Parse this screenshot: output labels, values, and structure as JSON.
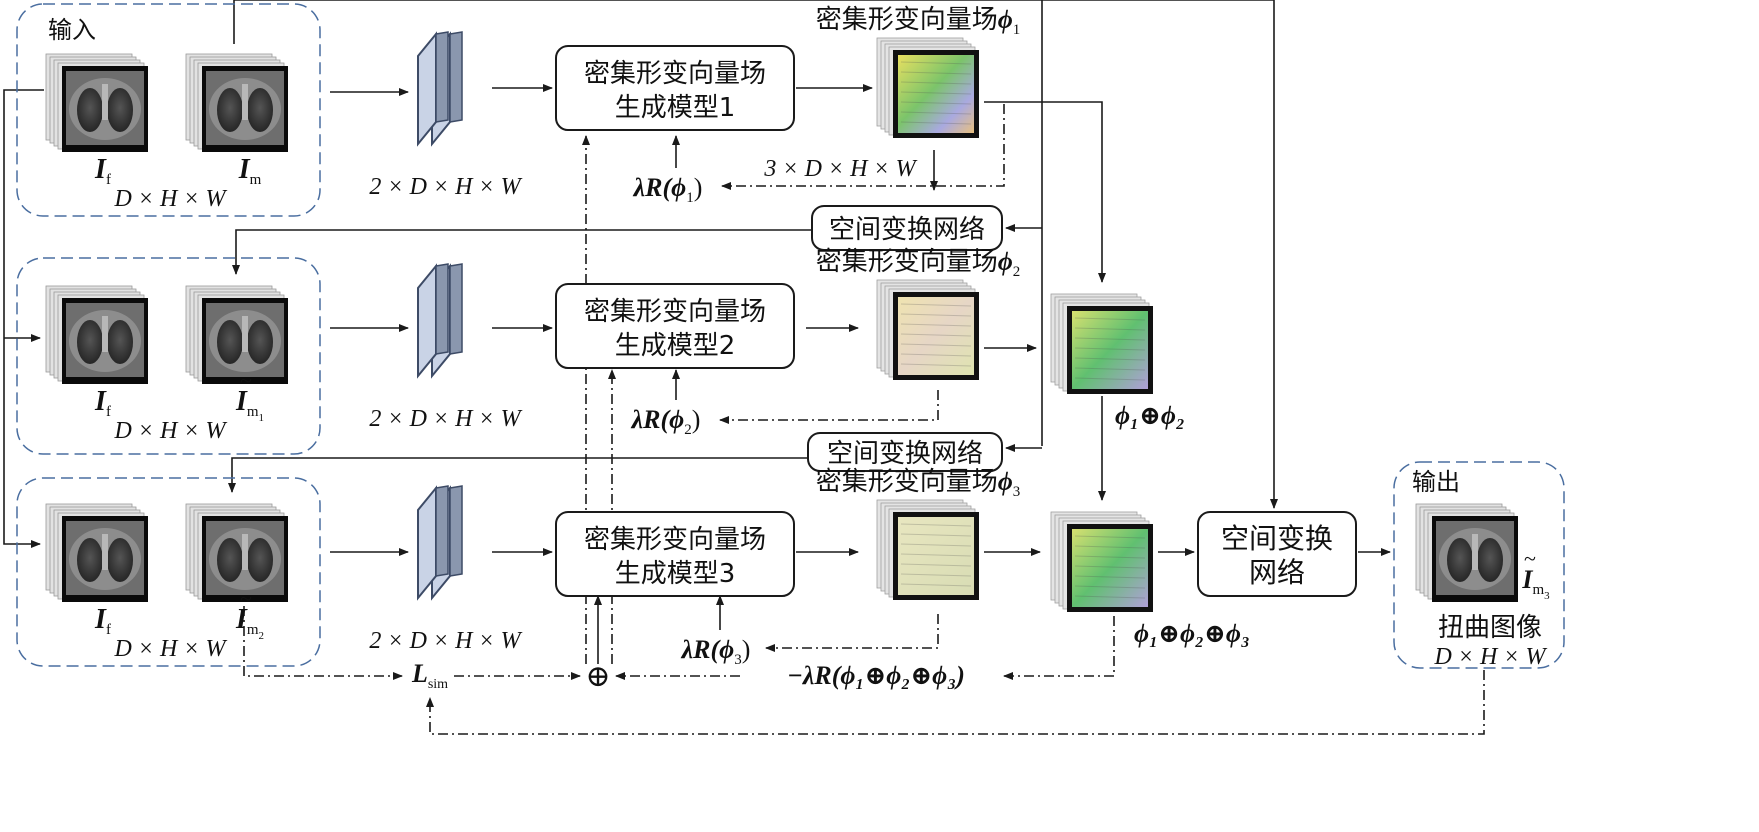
{
  "rows": [
    {
      "group_label": "输入",
      "fixed_label": "I",
      "fixed_sub": "f",
      "moving_label": "I",
      "moving_sub": "m",
      "moving_subsub": "",
      "moving_tilde": false,
      "dims": "D × H × W",
      "concat_dims": "2 × D × H × W",
      "model_line1": "密集形变向量场",
      "model_line2": "生成模型1",
      "field_title": "密集形变向量场",
      "field_phi": "ϕ",
      "field_sub": "1",
      "field_dims": "3 × D × H × W",
      "reg_text": "λR(ϕ",
      "reg_sub": "1",
      "reg_close": ")"
    },
    {
      "group_label": "",
      "fixed_label": "I",
      "fixed_sub": "f",
      "moving_label": "I",
      "moving_sub": "m",
      "moving_subsub": "1",
      "moving_tilde": true,
      "dims": "D × H × W",
      "concat_dims": "2 × D × H × W",
      "model_line1": "密集形变向量场",
      "model_line2": "生成模型2",
      "field_title": "密集形变向量场",
      "field_phi": "ϕ",
      "field_sub": "2",
      "field_dims": "",
      "reg_text": "λR(ϕ",
      "reg_sub": "2",
      "reg_close": ")"
    },
    {
      "group_label": "",
      "fixed_label": "I",
      "fixed_sub": "f",
      "moving_label": "I",
      "moving_sub": "m",
      "moving_subsub": "2",
      "moving_tilde": true,
      "dims": "D × H × W",
      "concat_dims": "2 × D × H × W",
      "model_line1": "密集形变向量场",
      "model_line2": "生成模型3",
      "field_title": "密集形变向量场",
      "field_phi": "ϕ",
      "field_sub": "3",
      "field_dims": "",
      "reg_text": "λR(ϕ",
      "reg_sub": "3",
      "reg_close": ")"
    }
  ],
  "stn_label": "空间变换网络",
  "stn_final_line1": "空间变换",
  "stn_final_line2": "网络",
  "composed_1": "ϕ₁⊕ϕ₂",
  "composed_2": "ϕ₁⊕ϕ₂⊕ϕ₃",
  "reg_total": "−λR(ϕ₁⊕ϕ₂⊕ϕ₃)",
  "loss_symbol": "L",
  "loss_sub": "sim",
  "sum_symbol": "⊕",
  "output": {
    "group_label": "输出",
    "image_label": "I",
    "image_sub": "m",
    "image_subsub": "3",
    "caption": "扭曲图像",
    "dims": "D × H × W"
  },
  "colors": {
    "line": "#1a1a1a",
    "dashed_group": "#4a6ea0",
    "ct_frame": "#0a0a0a",
    "ct_bg": "#3a3a3a",
    "slab_fill": "#c9d3e6",
    "slab_stroke": "#3d4b66",
    "stack_gray": "#d0d0d0"
  }
}
